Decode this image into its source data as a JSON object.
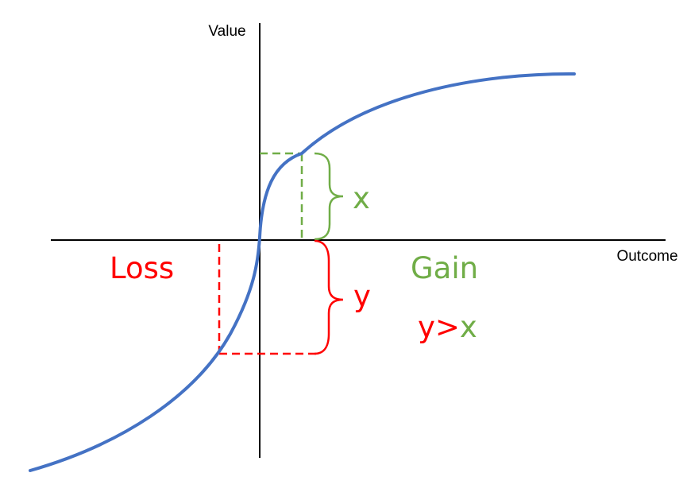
{
  "axes": {
    "y_label": "Value",
    "x_label": "Outcome"
  },
  "regions": {
    "loss_label": "Loss",
    "gain_label": "Gain"
  },
  "brackets": {
    "gain_symbol": "x",
    "loss_symbol": "y"
  },
  "comparison": {
    "left": "y",
    "operator": ">",
    "right": "x"
  },
  "colors": {
    "curve": "#4472C4",
    "gain": "#70AD47",
    "loss": "#FF0000",
    "axis": "#000000"
  }
}
